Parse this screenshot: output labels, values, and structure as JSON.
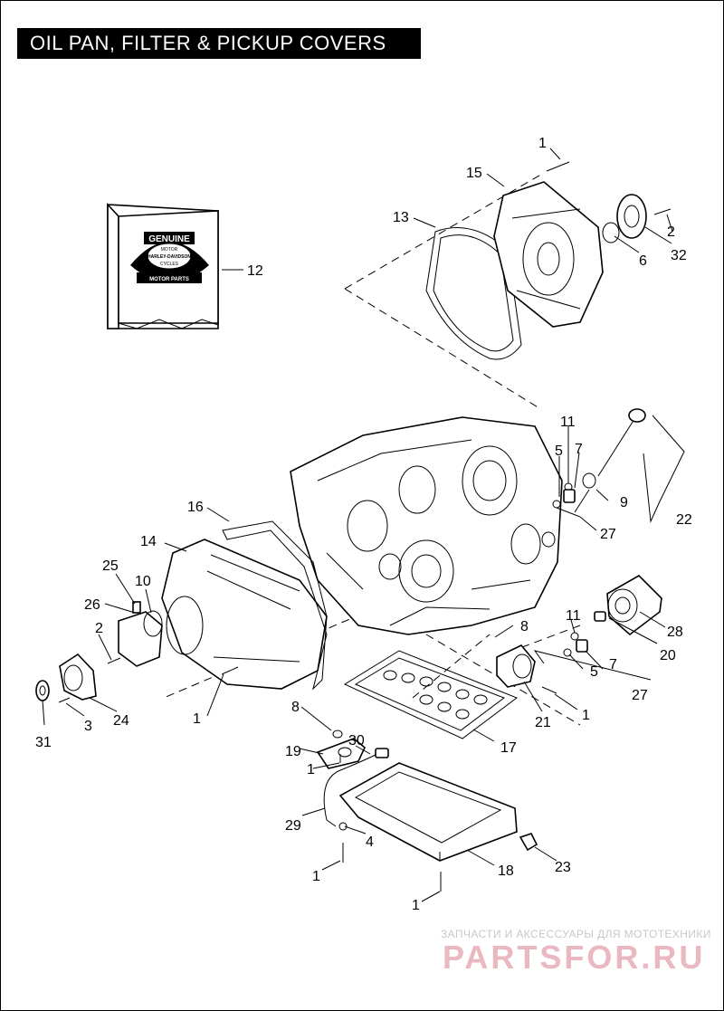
{
  "title": "OIL PAN, FILTER & PICKUP COVERS",
  "badge": {
    "line1": "GENUINE",
    "line2": "MOTOR",
    "line3": "HARLEY-DAVIDSON",
    "line4": "CYCLES",
    "line5": "MOTOR PARTS"
  },
  "callouts": {
    "c1a": "1",
    "c15": "15",
    "c13": "13",
    "c2a": "2",
    "c6": "6",
    "c32": "32",
    "c12": "12",
    "c11a": "11",
    "c5a": "5",
    "c7a": "7",
    "c9": "9",
    "c22": "22",
    "c27a": "27",
    "c16": "16",
    "c14": "14",
    "c25": "25",
    "c10": "10",
    "c26": "26",
    "c2b": "2",
    "c31": "31",
    "c3": "3",
    "c24": "24",
    "c1b": "1",
    "c8a": "8",
    "c11b": "11",
    "c28": "28",
    "c20": "20",
    "c5b": "5",
    "c7b": "7",
    "c27b": "27",
    "c21": "21",
    "c1c": "1",
    "c17": "17",
    "c8b": "8",
    "c30": "30",
    "c19": "19",
    "c1d": "1",
    "c29": "29",
    "c4": "4",
    "c18": "18",
    "c23": "23",
    "c1e": "1",
    "c1f": "1"
  },
  "watermark": {
    "tagline": "ЗАПЧАСТИ И АКСЕССУАРЫ ДЛЯ МОТОТЕХНИКИ",
    "brand": "PARTSFOR.RU"
  }
}
